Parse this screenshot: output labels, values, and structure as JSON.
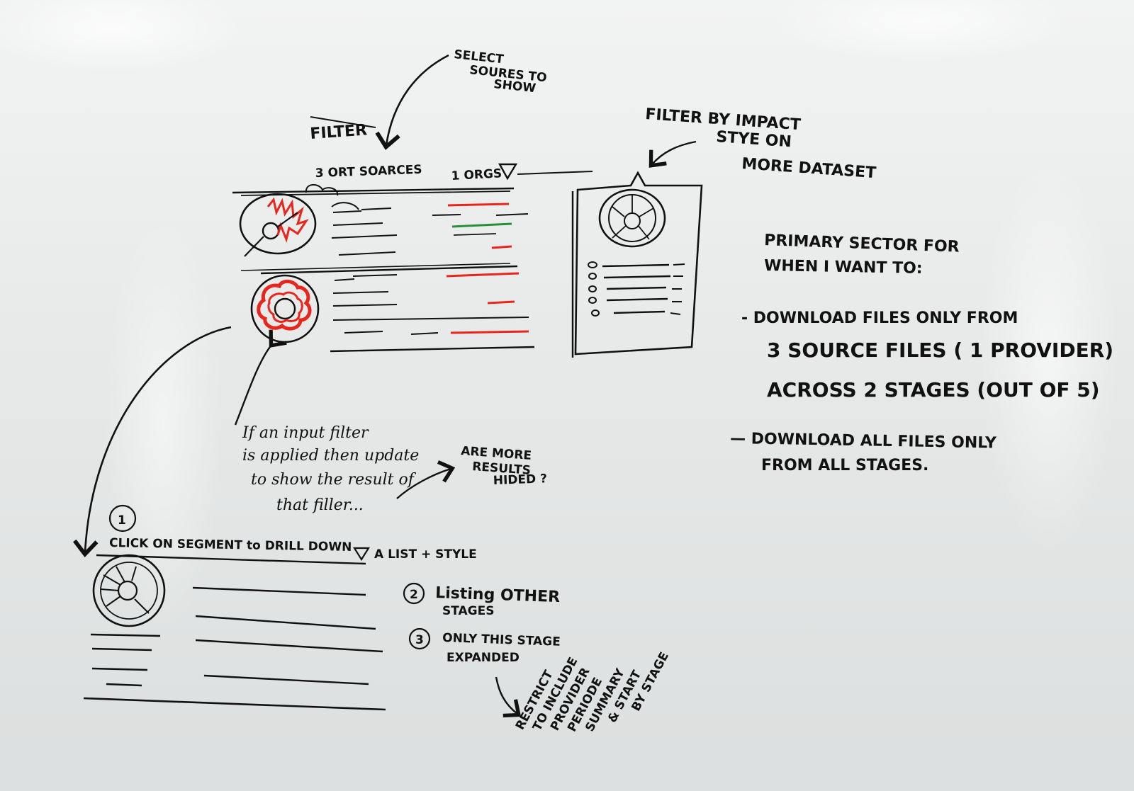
{
  "notes": {
    "select_sources": [
      "SELECT",
      "SOURES TO",
      "SHOW"
    ],
    "scribble_title": "FILTER",
    "ort_sources": "3 ORT SOARCES",
    "orgs_filter": "1 ORGS",
    "filter_by_impact": [
      "FILTER BY IMPACT",
      "STYE ON",
      "MORE DATASET"
    ],
    "primary_sector": [
      "PRIMARY SECTOR FOR",
      "WHEN I WANT TO:"
    ],
    "download_a": [
      "- DOWNLOAD FILES ONLY FROM",
      "3 SOURCE FILES ( 1 PROVIDER)",
      "ACROSS  2  STAGES (OUT OF 5)"
    ],
    "download_b": [
      "— DOWNLOAD ALL FILES ONLY",
      "FROM ALL STAGES."
    ],
    "input_filter": [
      "If an input filter",
      "is applied then update",
      "to show the result of",
      "that filler..."
    ],
    "more_results": [
      "ARE MORE",
      "RESULTS",
      "HIDED ?"
    ],
    "step1_num": "1",
    "step1": "CLICK ON SEGMENT to DRILL DOWN",
    "step1_tail": "A LIST + STYLE",
    "step2_num": "2",
    "step2": [
      "Listing OTHER",
      "STAGES"
    ],
    "step3_num": "3",
    "step3": [
      "ONLY THIS STAGE",
      "EXPANDED"
    ],
    "restrict": [
      "RESTRICT",
      "TO INCLUDE",
      "PROVIDER",
      "PERIODE",
      "SUMMARY",
      "& START",
      "BY STAGE"
    ]
  },
  "colors": {
    "ink": "#111111",
    "red": "#e8261c",
    "green": "#2a8f3a"
  }
}
